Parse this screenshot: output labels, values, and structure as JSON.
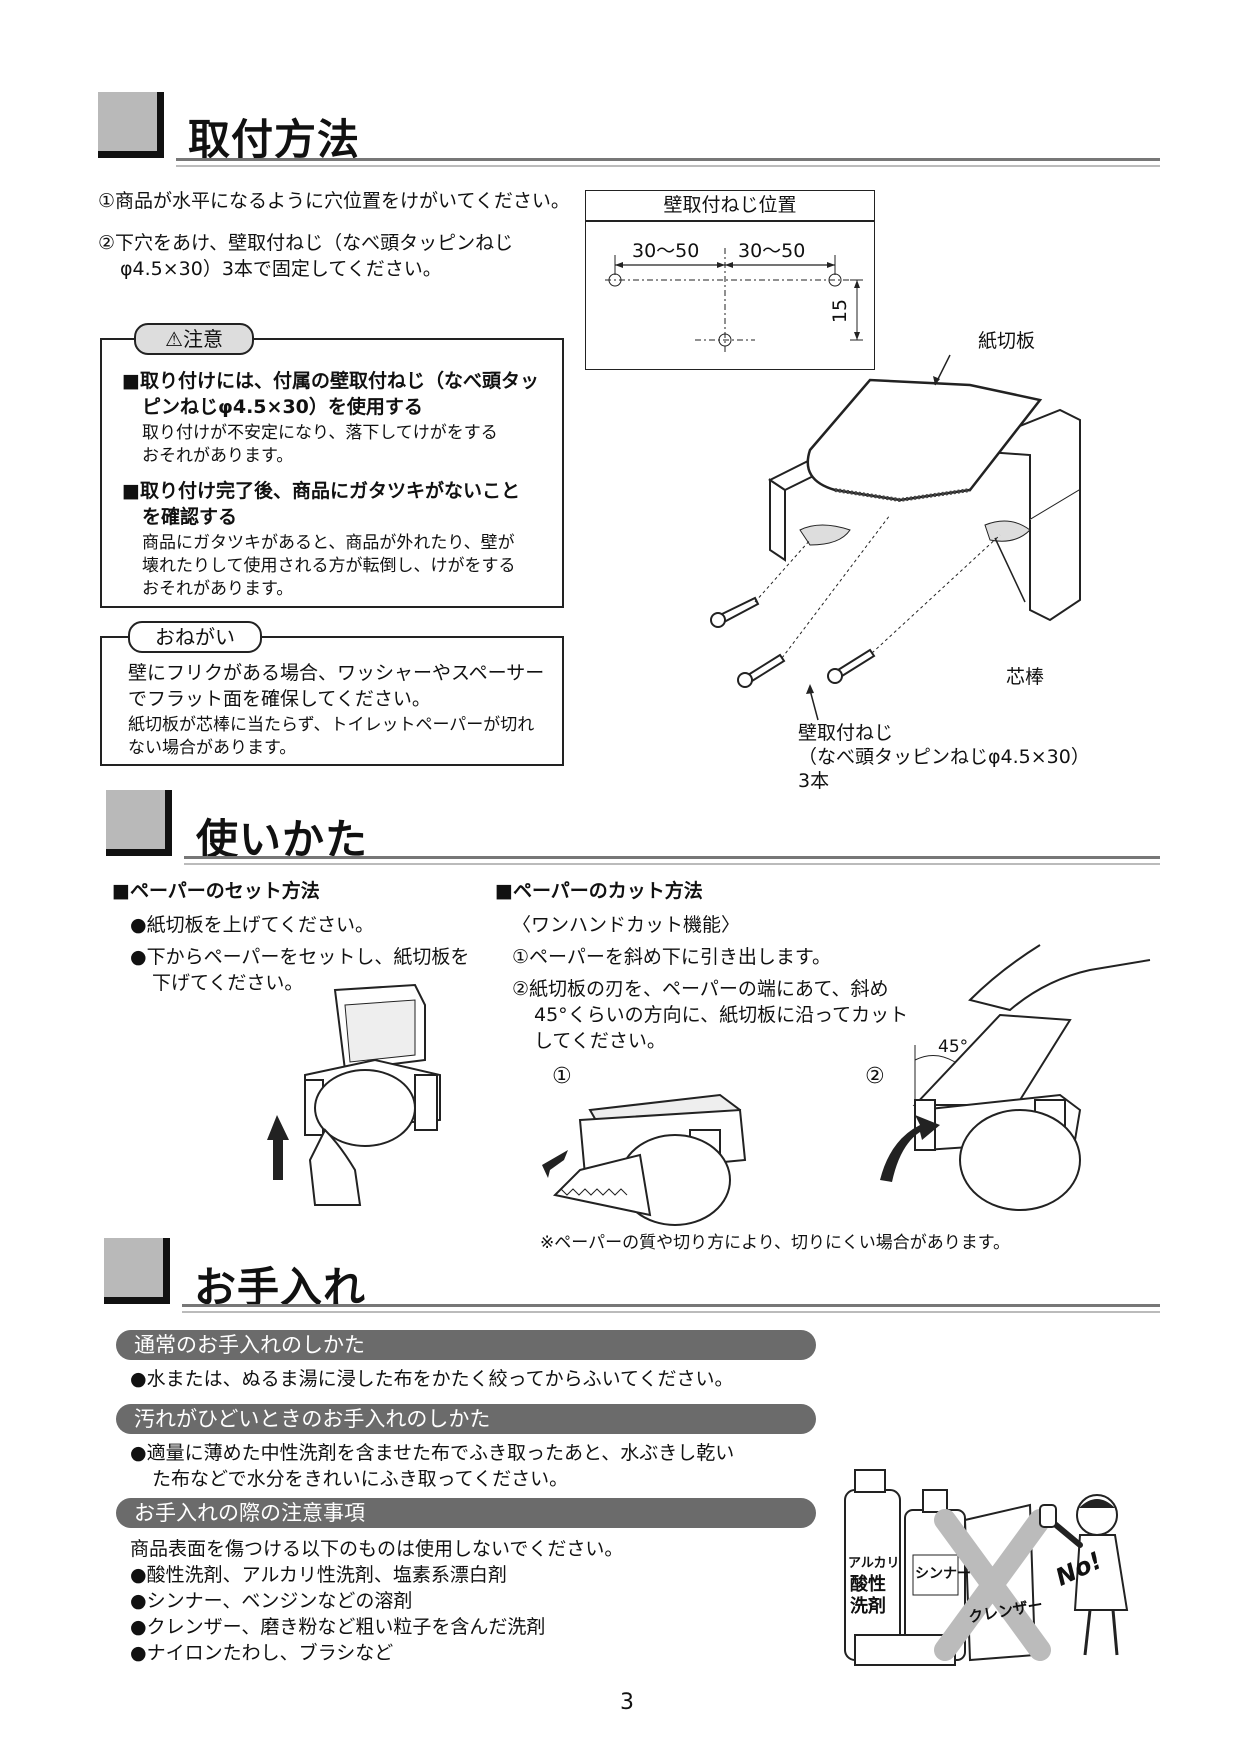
{
  "sections": {
    "install": {
      "title": "取付方法",
      "steps": [
        "①商品が水平になるように穴位置をけがいてください。",
        "②下穴をあけ、壁取付ねじ（なべ頭タッピンねじ",
        "φ4.5×30）3本で固定してください。"
      ],
      "caution": {
        "label": "⚠注意",
        "items": [
          {
            "head": [
              "■取り付けには、付属の壁取付ねじ（なべ頭タッ",
              "ピンねじφ4.5×30）を使用する"
            ],
            "body": [
              "取り付けが不安定になり、落下してけがをする",
              "おそれがあります。"
            ]
          },
          {
            "head": [
              "■取り付け完了後、商品にガタツキがないこと",
              "を確認する"
            ],
            "body": [
              "商品にガタツキがあると、商品が外れたり、壁が",
              "壊れたりして使用される方が転倒し、けがをする",
              "おそれがあります。"
            ]
          }
        ]
      },
      "request": {
        "label": "おねがい",
        "head": [
          "壁にフリクがある場合、ワッシャーやスペーサー",
          "でフラット面を確保してください。"
        ],
        "body": [
          "紙切板が芯棒に当たらず、トイレットペーパーが切れ",
          "ない場合があります。"
        ]
      },
      "screw_diagram": {
        "title": "壁取付ねじ位置",
        "dim_left": "30～50",
        "dim_right": "30～50",
        "dim_vertical": "15"
      },
      "labels": {
        "cutter": "紙切板",
        "core": "芯棒",
        "screw": [
          "壁取付ねじ",
          "（なべ頭タッピンねじφ4.5×30）",
          "3本"
        ]
      }
    },
    "usage": {
      "title": "使いかた",
      "set": {
        "heading": "■ペーパーのセット方法",
        "items": [
          "●紙切板を上げてください。",
          "●下からペーパーをセットし、紙切板を",
          "下げてください。"
        ]
      },
      "cut": {
        "heading": "■ペーパーのカット方法",
        "sub": "〈ワンハンドカット機能〉",
        "steps": [
          "①ペーパーを斜め下に引き出します。",
          "②紙切板の刃を、ペーパーの端にあて、斜め",
          "45°くらいの方向に、紙切板に沿ってカット",
          "してください。"
        ],
        "fig1": "①",
        "fig2": "②",
        "angle": "45°"
      },
      "note": "※ペーパーの質や切り方により、切りにくい場合があります。"
    },
    "care": {
      "title": "お手入れ",
      "normal": {
        "label": "通常のお手入れのしかた",
        "text": "●水または、ぬるま湯に浸した布をかたく絞ってからふいてください。"
      },
      "heavy": {
        "label": "汚れがひどいときのお手入れのしかた",
        "text": [
          "●適量に薄めた中性洗剤を含ませた布でふき取ったあと、水ぶきし乾い",
          "た布などで水分をきれいにふき取ってください。"
        ]
      },
      "caution": {
        "label": "お手入れの際の注意事項",
        "intro": "商品表面を傷つける以下のものは使用しないでください。",
        "items": [
          "●酸性洗剤、アルカリ性洗剤、塩素系漂白剤",
          "●シンナー、ベンジンなどの溶剤",
          "●クレンザー、磨き粉など粗い粒子を含んだ洗剤",
          "●ナイロンたわし、ブラシなど"
        ]
      },
      "illustration": {
        "bottle1": [
          "アルカリ",
          "酸性",
          "洗剤"
        ],
        "bottle2": "シンナー",
        "box": "クレンザー",
        "no": "No!"
      }
    }
  },
  "page_number": "3"
}
